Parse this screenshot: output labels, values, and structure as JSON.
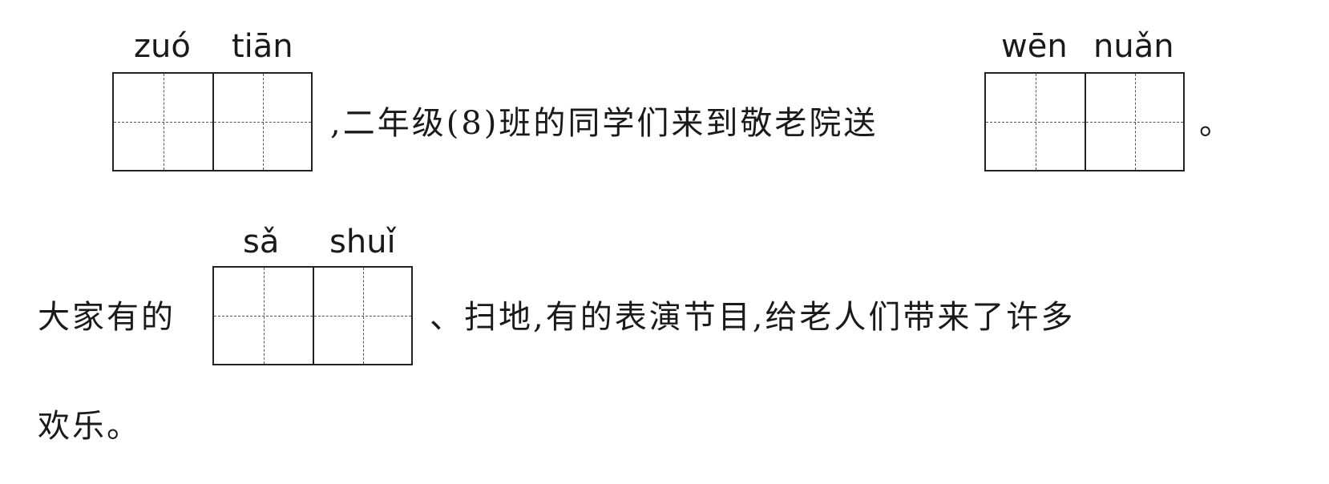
{
  "line1": {
    "box1_pinyin": [
      "zuó",
      "tiān"
    ],
    "middle_text": ",二年级(8)班的同学们来到敬老院送",
    "box2_pinyin": [
      "wēn",
      "nuǎn"
    ],
    "end_text": "。"
  },
  "line2": {
    "prefix_text": "大家有的",
    "box_pinyin": [
      "sǎ",
      "shuǐ"
    ],
    "suffix_text": "、扫地,有的表演节目,给老人们带来了许多"
  },
  "line3": {
    "text": "欢乐。"
  }
}
